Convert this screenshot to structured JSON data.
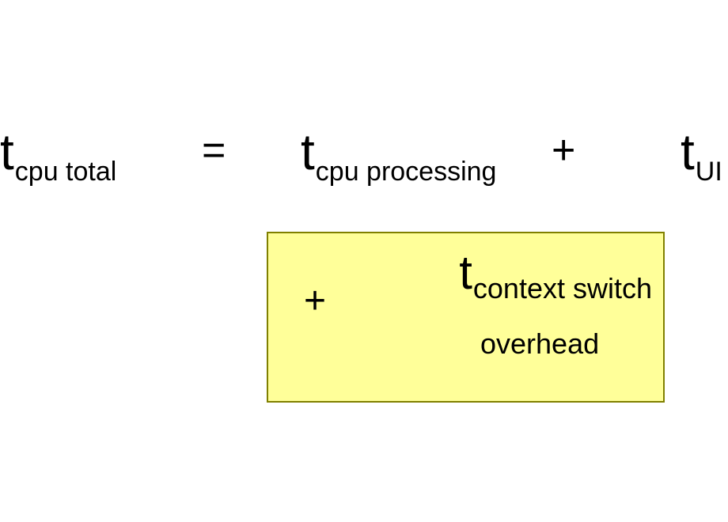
{
  "equation": {
    "lhs": {
      "symbol": "t",
      "subscript": "cpu total"
    },
    "equals": "=",
    "term1": {
      "symbol": "t",
      "subscript": "cpu processing"
    },
    "plus1": "+",
    "term2": {
      "symbol": "t",
      "subscript": "UI"
    }
  },
  "overhead_box": {
    "plus": "+",
    "term": {
      "symbol": "t",
      "subscript": "context switch"
    },
    "label": "overhead",
    "fill_color": "#ffff99",
    "border_color": "#808000"
  }
}
